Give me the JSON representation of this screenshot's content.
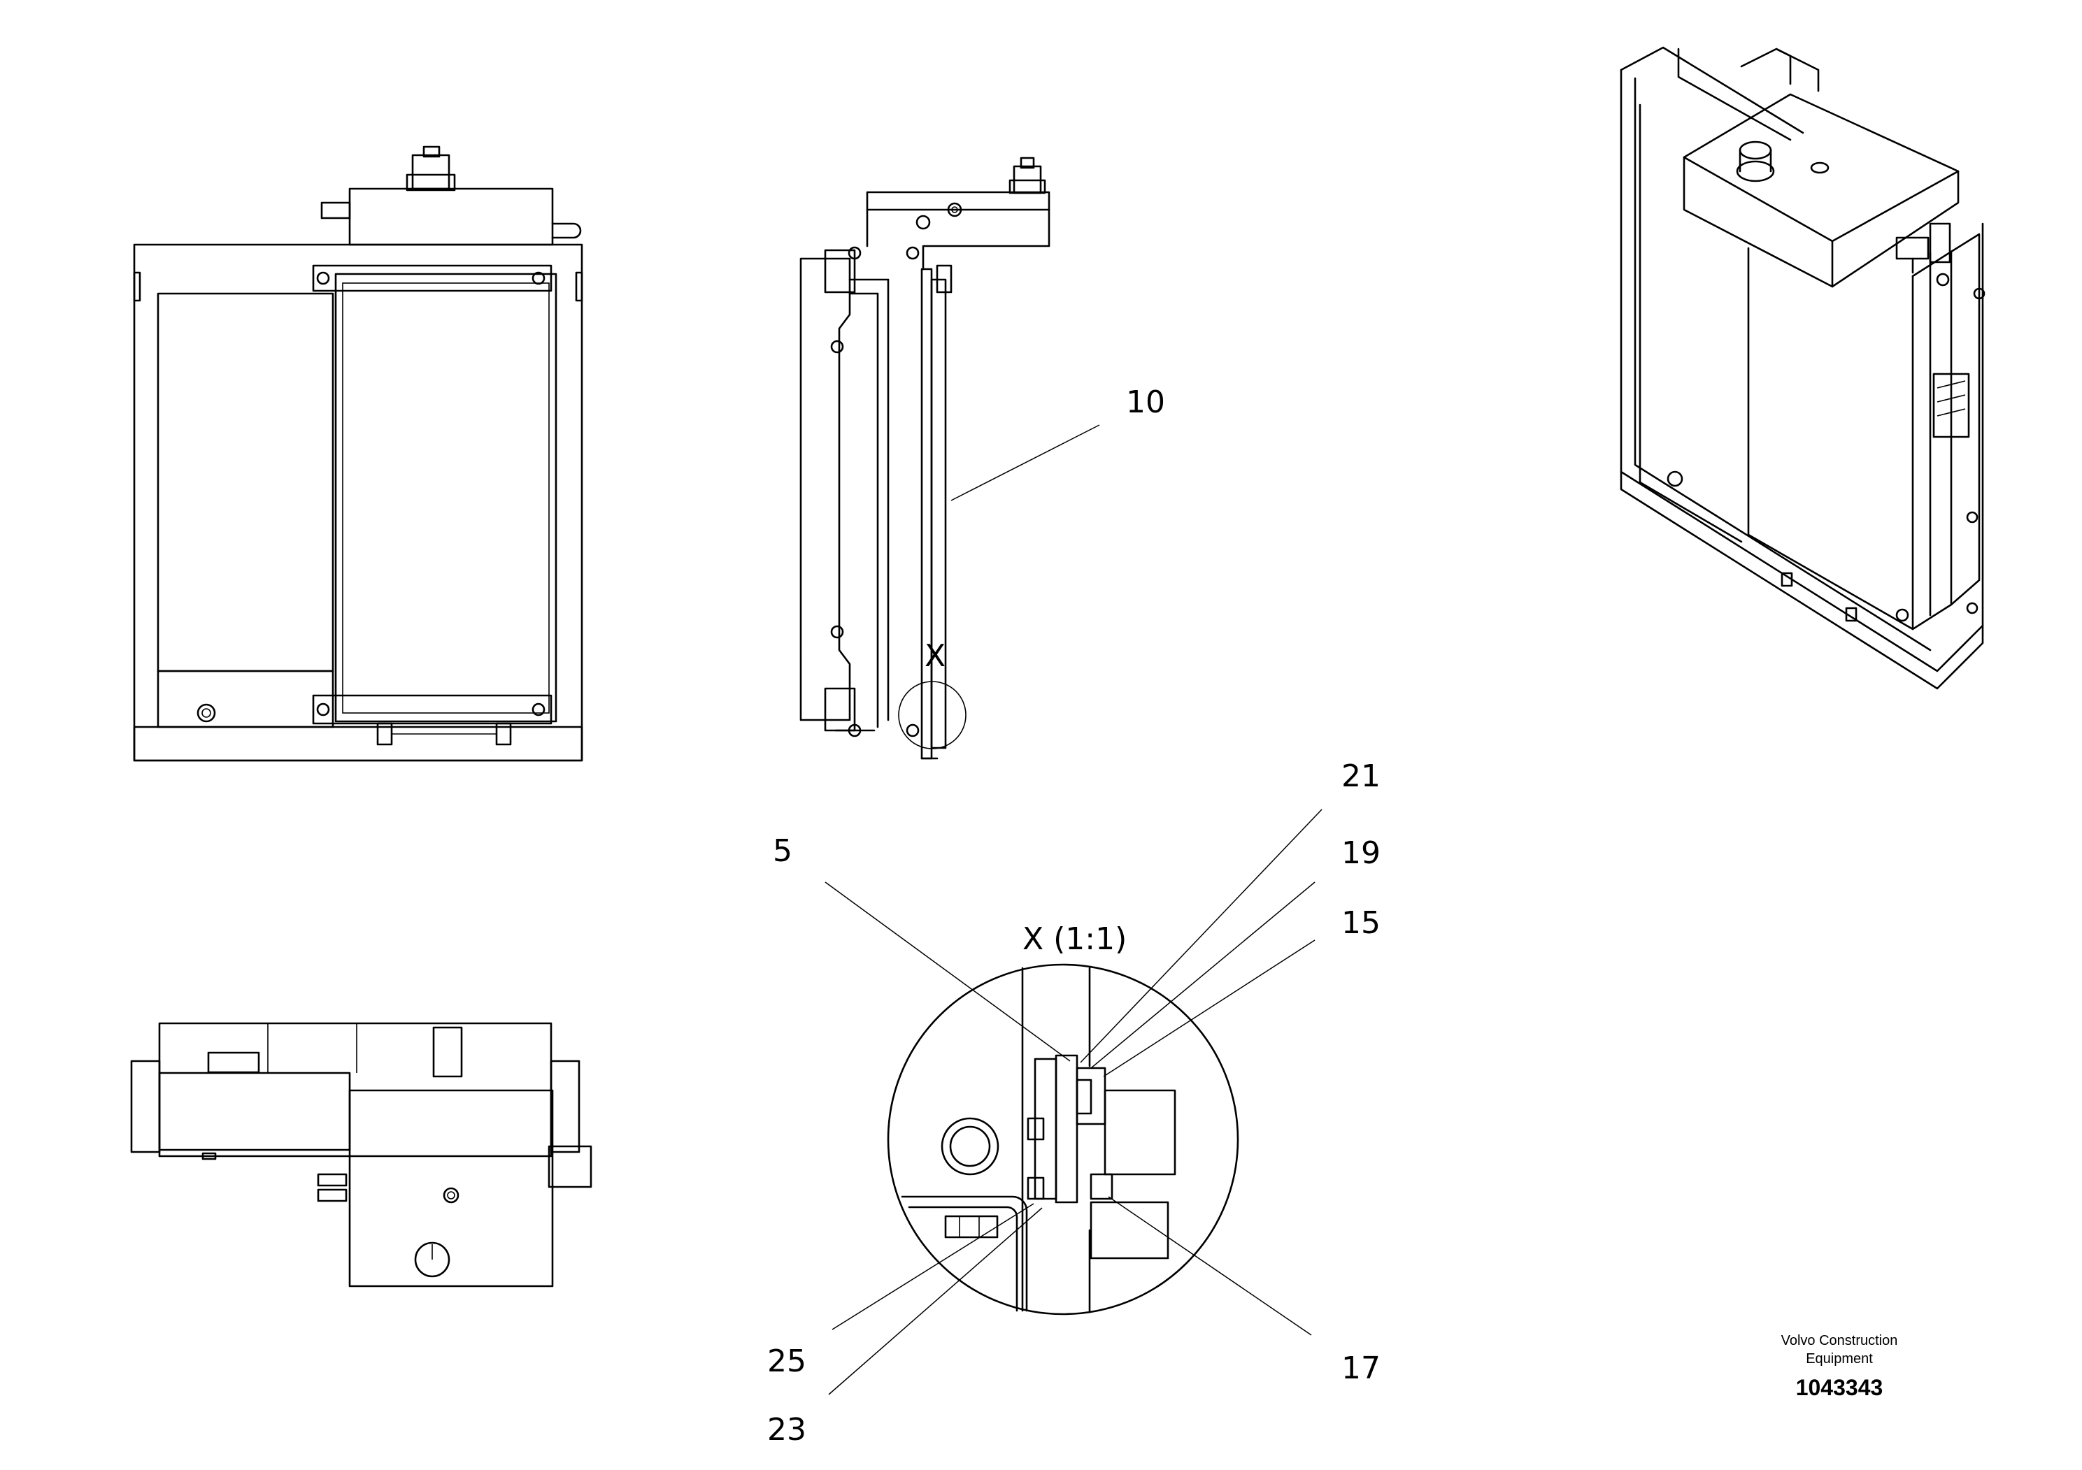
{
  "callouts": {
    "c10": "10",
    "c21": "21",
    "c19": "19",
    "c15": "15",
    "c5": "5",
    "c25": "25",
    "c23": "23",
    "c17": "17"
  },
  "detail": {
    "marker": "X",
    "title": "X (1:1)"
  },
  "title_block": {
    "company_line1": "Volvo Construction",
    "company_line2": "Equipment",
    "drawing_number": "1043343"
  }
}
